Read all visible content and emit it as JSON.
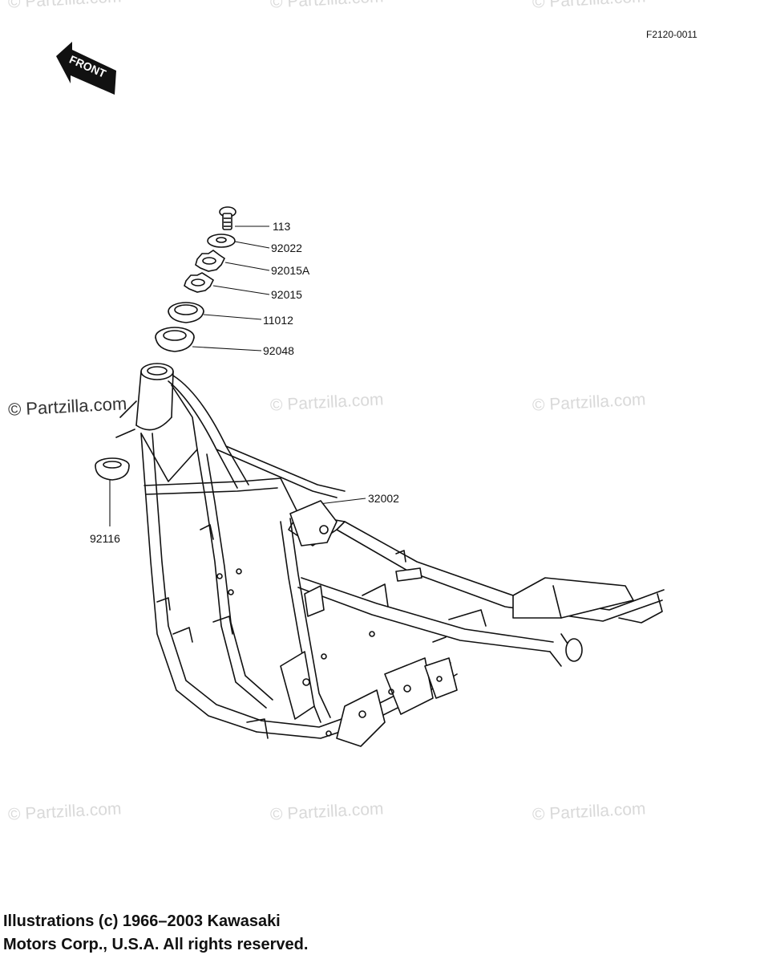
{
  "diagram_code": "F2120-0011",
  "front_label": "FRONT",
  "watermarks": [
    "© Partzilla.com",
    "© Partzilla.com",
    "© Partzilla.com",
    "© Partzilla.com",
    "© Partzilla.com",
    "© Partzilla.com",
    "© Partzilla.com",
    "© Partzilla.com",
    "© Partzilla.com"
  ],
  "parts": {
    "p113": "113",
    "p92022": "92022",
    "p92015A": "92015A",
    "p92015": "92015",
    "p11012": "11012",
    "p92048": "92048",
    "p32002": "32002",
    "p92116": "92116"
  },
  "copyright": {
    "line1": "Illustrations (c) 1966–2003 Kawasaki",
    "line2": "Motors Corp., U.S.A.  All rights reserved."
  }
}
